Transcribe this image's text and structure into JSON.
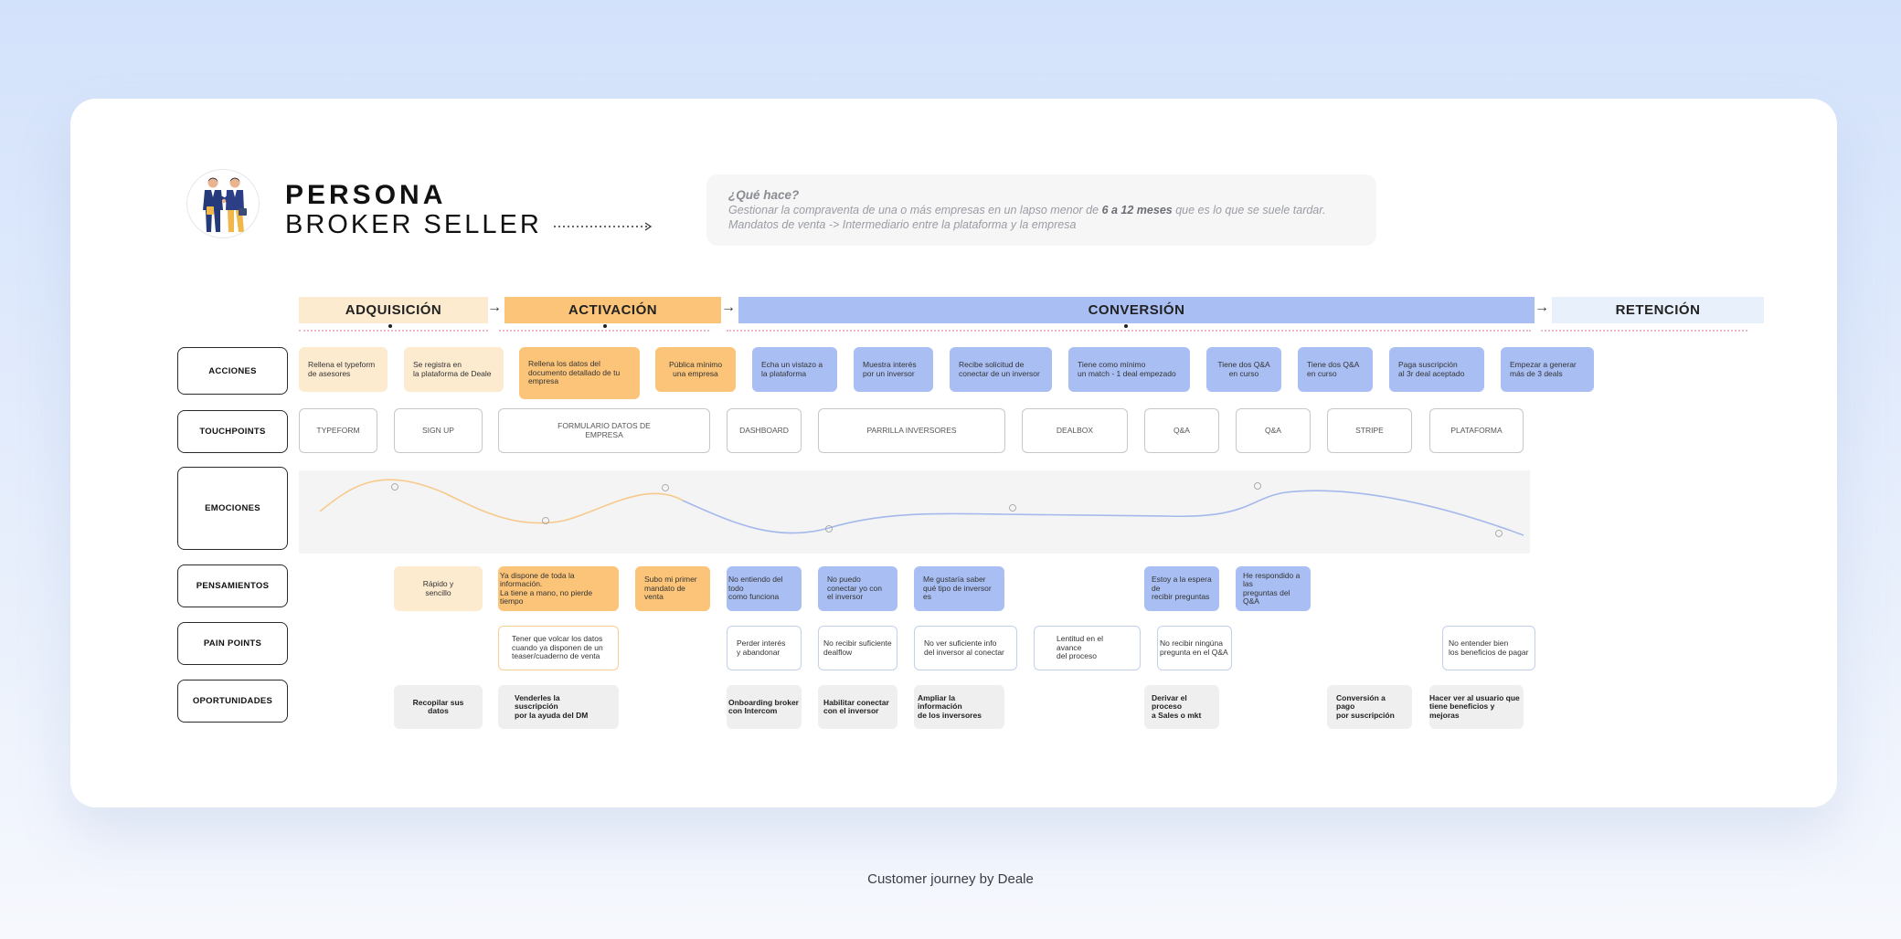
{
  "header": {
    "persona_line1": "PERSONA",
    "persona_line2": "BROKER SELLER",
    "avatar_icon": "business-handshake-icon",
    "question_title": "¿Qué hace?",
    "question_line1_pre": "Gestionar la compraventa de una o más empresas en un lapso menor de ",
    "question_line1_bold": "6 a 12 meses",
    "question_line1_post": " que es lo que se suele tardar.",
    "question_line2": "Mandatos de venta -> Intermediario entre la plataforma y la empresa"
  },
  "stages": {
    "adquisicion": "ADQUISICIÓN",
    "activacion": "ACTIVACIÓN",
    "conversion": "CONVERSIÓN",
    "retencion": "RETENCIÓN",
    "arrow": "→"
  },
  "colors": {
    "cream": "#fdebd0",
    "orange": "#fcc479",
    "blue": "#a9bff4",
    "retention": "#e8f0fc",
    "emotion_orange": "#f7c98a",
    "emotion_blue": "#a4b8ec"
  },
  "rows": {
    "acciones": "ACCIONES",
    "touchpoints": "TOUCHPOINTS",
    "emociones": "EMOCIONES",
    "pensamientos": "PENSAMIENTOS",
    "pain_points": "PAIN POINTS",
    "oportunidades": "OPORTUNIDADES"
  },
  "acciones": [
    "Rellena el typeform\nde asesores",
    "Se registra en\nla plataforma de Deale",
    "Rellena los datos del\ndocumento detallado de tu\nempresa",
    "Pública mínimo\nuna empresa",
    "Echa un vistazo a\nla plataforma",
    "Muestra interés\npor un inversor",
    "Recibe solicitud de\nconectar de un inversor",
    "Tiene como mínimo\nun match - 1 deal empezado",
    "Tiene dos Q&A\nen curso",
    "Tiene dos Q&A\nen curso",
    "Paga suscripción\nal 3r deal aceptado",
    "Empezar a generar\nmás de 3 deals"
  ],
  "touchpoints": [
    "TYPEFORM",
    "SIGN UP",
    "FORMULARIO DATOS  DE\nEMPRESA",
    "DASHBOARD",
    "PARRILLA INVERSORES",
    "DEALBOX",
    "Q&A",
    "Q&A",
    "STRIPE",
    "PLATAFORMA"
  ],
  "pensamientos": [
    "Rápido y\nsencillo",
    "Ya dispone de toda la información.\nLa tiene a mano, no pierde tiempo",
    "Subo mi primer\nmandato de\nventa",
    "No entiendo del todo\ncomo funciona",
    "No puedo\nconectar yo con\nel inversor",
    "Me gustaría saber\nqué tipo de inversor\nes",
    "Estoy a la espera\nde\nrecibir preguntas",
    "He respondido a\nlas\npreguntas del\nQ&A"
  ],
  "pain_points": [
    "Tener que volcar los datos\ncuando ya disponen de un\nteaser/cuaderno de venta",
    "Perder interés\ny abandonar",
    "No recibir suficiente\ndealflow",
    "No ver suficiente info\ndel inversor al conectar",
    "Lentitud en el\navance\ndel proceso",
    "No recibir ningúna\npregunta en el Q&A",
    "No entender bien\nlos beneficios de pagar"
  ],
  "oportunidades": [
    "Recopilar sus datos",
    "Venderles la suscripción\npor la ayuda del DM",
    "Onboarding broker\ncon Intercom",
    "Habilitar conectar\ncon el inversor",
    "Ampliar la información\nde los inversores",
    "Derivar el\nproceso\na Sales o mkt",
    "Conversión a pago\npor suscripción",
    "Hacer ver al usuario que\ntiene beneficios y mejoras"
  ],
  "emotion_icons": "smiley-icon",
  "footer": {
    "caption": "Customer journey by Deale"
  }
}
